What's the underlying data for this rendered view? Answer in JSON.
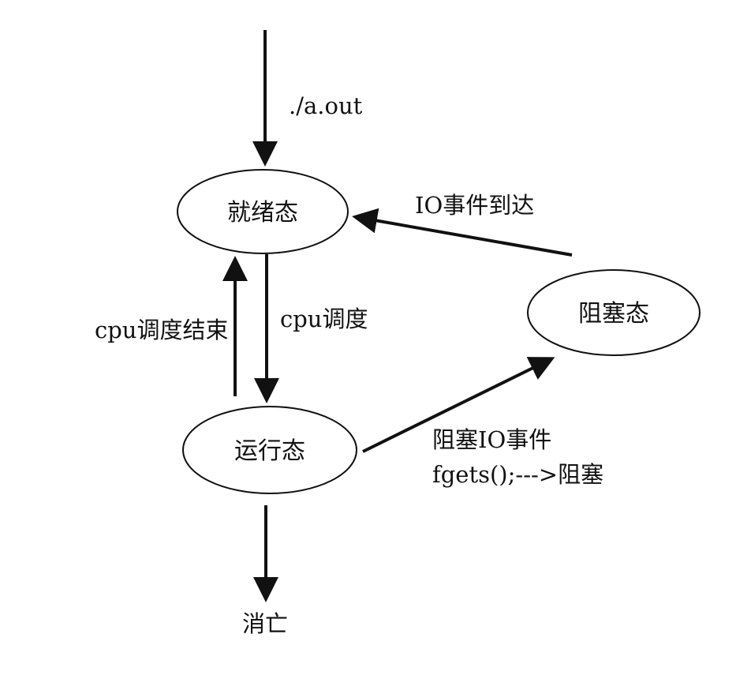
{
  "diagram": {
    "states": {
      "ready": "就绪态",
      "running": "运行态",
      "blocked": "阻塞态"
    },
    "terminal": "消亡",
    "labels": {
      "start": "./a.out",
      "io_arrive": "IO事件到达",
      "cpu_schedule": "cpu调度",
      "cpu_schedule_end": "cpu调度结束",
      "block_io_line1": "阻塞IO事件",
      "block_io_line2": "fgets();--->阻塞"
    },
    "colors": {
      "stroke": "#111111",
      "background": "#ffffff"
    }
  }
}
